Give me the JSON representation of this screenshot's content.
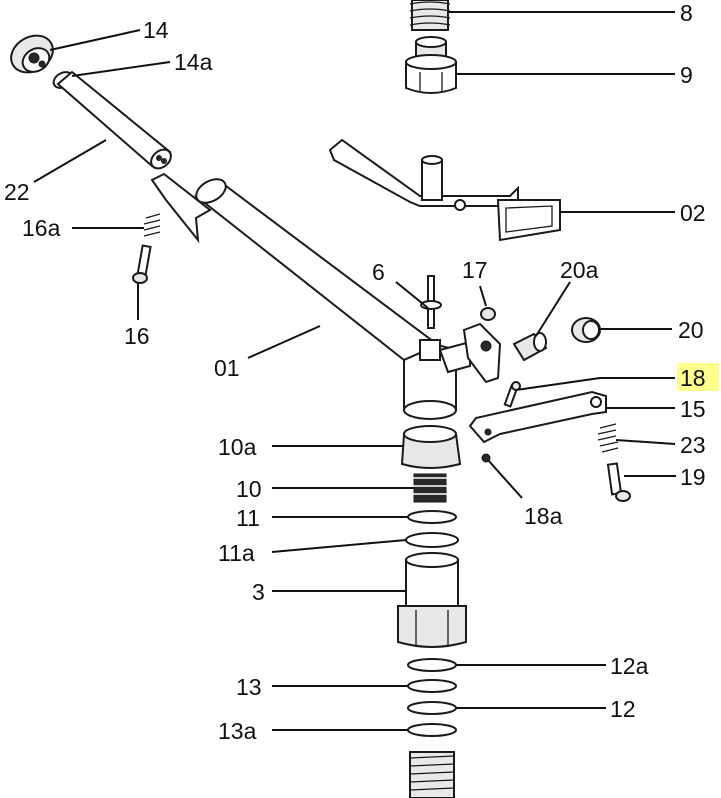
{
  "colors": {
    "highlight": "#ffff8c",
    "ink": "#111111",
    "part_fill": "#e8e8e8"
  },
  "labels": {
    "l14": "14",
    "l14a": "14a",
    "l8": "8",
    "l9": "9",
    "l22": "22",
    "l02": "02",
    "l16a": "16a",
    "l16": "16",
    "l6": "6",
    "l17": "17",
    "l20a": "20a",
    "l20": "20",
    "l01": "01",
    "l18": "18",
    "l15": "15",
    "l10a": "10a",
    "l23": "23",
    "l10": "10",
    "l19": "19",
    "l11": "11",
    "l18a": "18a",
    "l11a": "11a",
    "l3": "3",
    "l12a": "12a",
    "l13": "13",
    "l12": "12",
    "l13a": "13a"
  },
  "highlighted_label": "18"
}
